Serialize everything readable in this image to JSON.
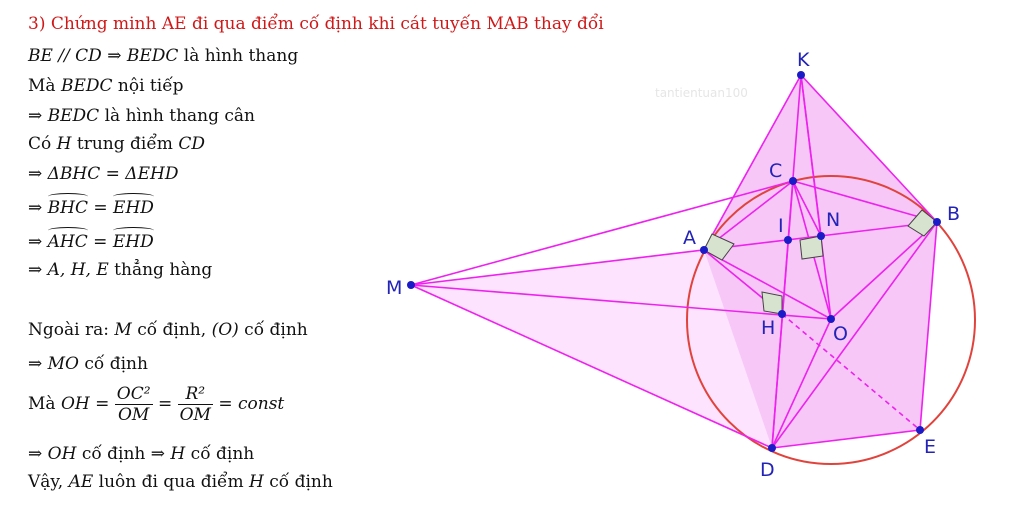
{
  "proof": {
    "title": "3) Chứng minh AE đi qua điểm cố định khi cát tuyến MAB thay đổi",
    "l1_math": "BE // CD ⇒ BEDC",
    "l1_text": " là hình thang",
    "l2_pre": "Mà ",
    "l2_math": "BEDC",
    "l2_text": " nội tiếp",
    "l3_math": "⇒ BEDC",
    "l3_text": " là hình thang cân",
    "l4_pre": "Có ",
    "l4_m1": "H",
    "l4_mid": " trung điểm ",
    "l4_m2": "CD",
    "l5_math": "⇒ ΔBHC = ΔEHD",
    "l6_pre": "⇒ ",
    "l6_a": "BHC",
    "l6_eq": " = ",
    "l6_b": "EHD",
    "l7_pre": "⇒ ",
    "l7_a": "AHC",
    "l7_eq": " = ",
    "l7_b": "EHD",
    "l8_math": "⇒ A, H, E",
    "l8_text": " thẳng hàng",
    "l9_a": "Ngoài ra: ",
    "l9_m1": "M",
    "l9_b": " cố định, ",
    "l9_m2": "(O)",
    "l9_c": " cố định",
    "l10_math": "⇒ MO",
    "l10_text": " cố định",
    "l11_pre": "Mà ",
    "l11_lhs": "OH = ",
    "l11_n1": "OC²",
    "l11_d1": "OM",
    "l11_eq": " = ",
    "l11_n2": "R²",
    "l11_d2": "OM",
    "l11_rhs": " = const",
    "l12_m1": "⇒ OH",
    "l12_t1": " cố định ",
    "l12_m2": "⇒ H",
    "l12_t2": " cố định",
    "l13_a": "Vậy, ",
    "l13_m1": "AE",
    "l13_b": " luôn đi qua điểm ",
    "l13_m2": "H",
    "l13_c": " cố định"
  },
  "figure": {
    "watermark": "tantientuan100",
    "labels": {
      "K": "K",
      "C": "C",
      "B": "B",
      "A": "A",
      "I": "I",
      "N": "N",
      "M": "M",
      "H": "H",
      "O": "O",
      "D": "D",
      "E": "E"
    },
    "colors": {
      "fill": "#f6c7f6",
      "line": "#ee22ee",
      "circle": "#e0433c",
      "point": "#1b1bc8",
      "label": "#2323b8",
      "title": "#d01818"
    }
  }
}
